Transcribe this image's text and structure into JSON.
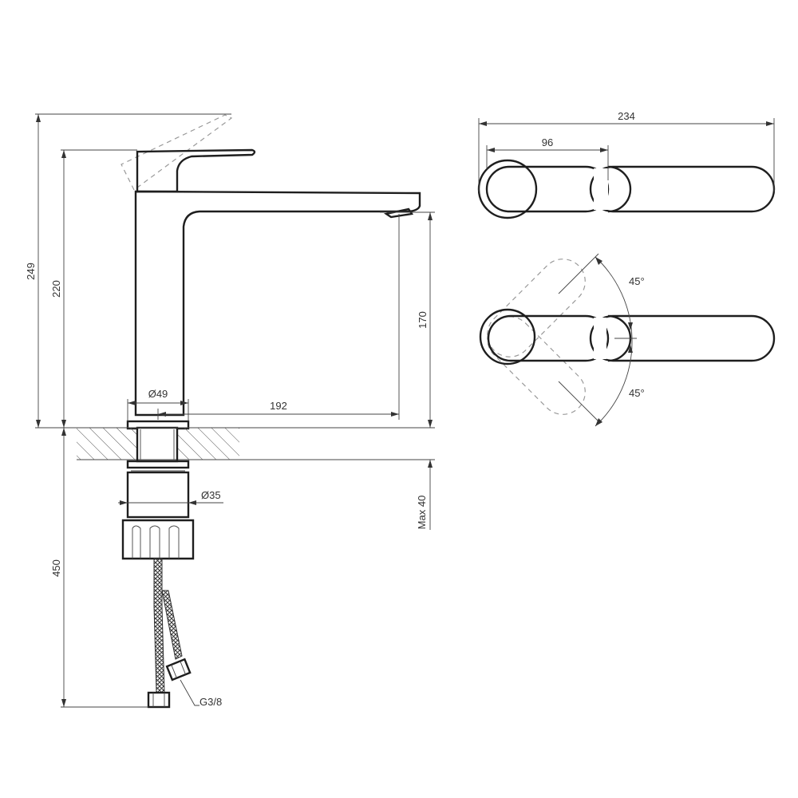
{
  "dimensions": {
    "total_height": "249",
    "spout_height": "220",
    "outlet_height": "170",
    "spout_reach": "192",
    "body_diameter": "Ø49",
    "shank_diameter": "Ø35",
    "hose_length": "450",
    "max_counter_thickness": "Max 40",
    "thread": "G3/8",
    "top_length": "234",
    "top_handle_length": "96",
    "angle_up": "45°",
    "angle_down": "45°"
  },
  "colors": {
    "line": "#1e1e1e",
    "dimension": "#333333",
    "dashed": "#9a9a9a",
    "background": "#ffffff"
  }
}
